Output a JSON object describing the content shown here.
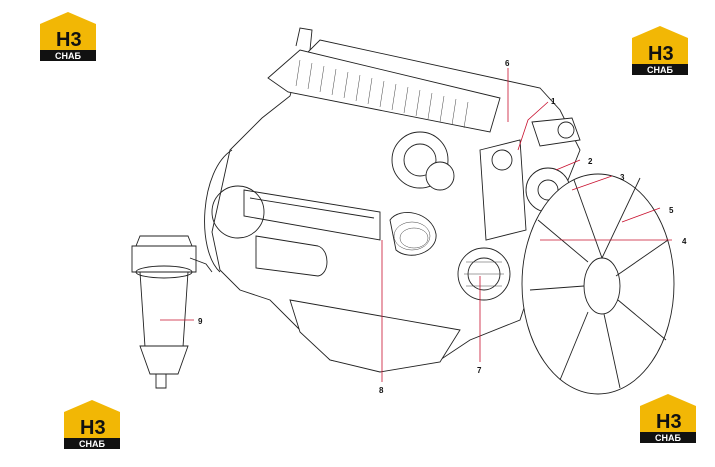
{
  "brand": {
    "logo_mark": "H3",
    "logo_word": "СНАБ",
    "colors": {
      "yellow": "#f2b705",
      "black": "#111111",
      "white": "#ffffff"
    }
  },
  "callouts": [
    {
      "num": "1"
    },
    {
      "num": "2"
    },
    {
      "num": "3"
    },
    {
      "num": "4"
    },
    {
      "num": "5"
    },
    {
      "num": "6"
    },
    {
      "num": "7"
    },
    {
      "num": "8"
    },
    {
      "num": "9"
    }
  ],
  "colors": {
    "leader_line": "#c8102e",
    "drawing_line": "#222222"
  }
}
